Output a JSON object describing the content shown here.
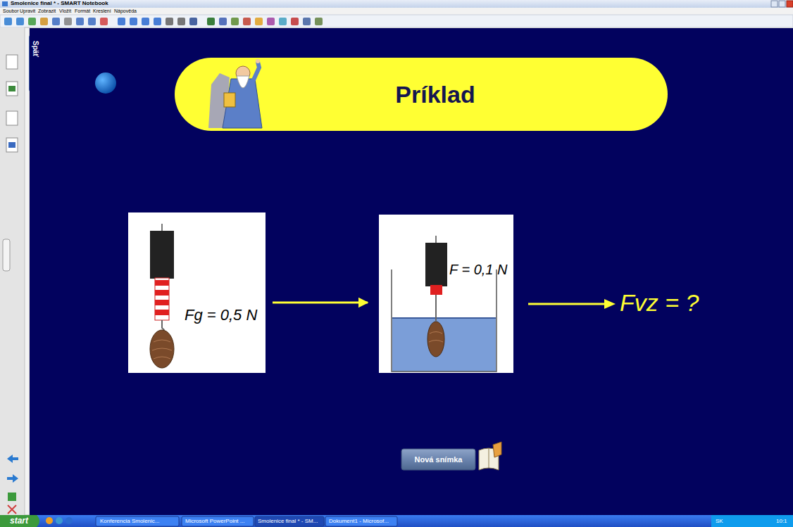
{
  "diagram": {
    "nodes": [
      {
        "text": [
          "Príklad"
        ]
      },
      {
        "text": [
          "Fg = 0,5 N"
        ]
      },
      {
        "text": [
          "F = 0,1 N"
        ]
      },
      {
        "text": [
          "Nová snímka"
        ]
      }
    ],
    "edges": [
      {
        "from": 1,
        "to": 2,
        "arrow": "to"
      }
    ],
    "labels": [
      "Smolenice final * - SMART Notebook",
      "Soubor",
      "Upravit",
      "Zobrazit",
      "Vložit",
      "Formát",
      "Kreslení",
      "Nápověda",
      "Späť",
      "Fvz = ?",
      "start",
      "Konferencia Smolenic...",
      "Microsoft PowerPoint ...",
      "Smolenice final * - SM...",
      "Dokument1 - Microsof...",
      "SK",
      "10:1"
    ]
  }
}
